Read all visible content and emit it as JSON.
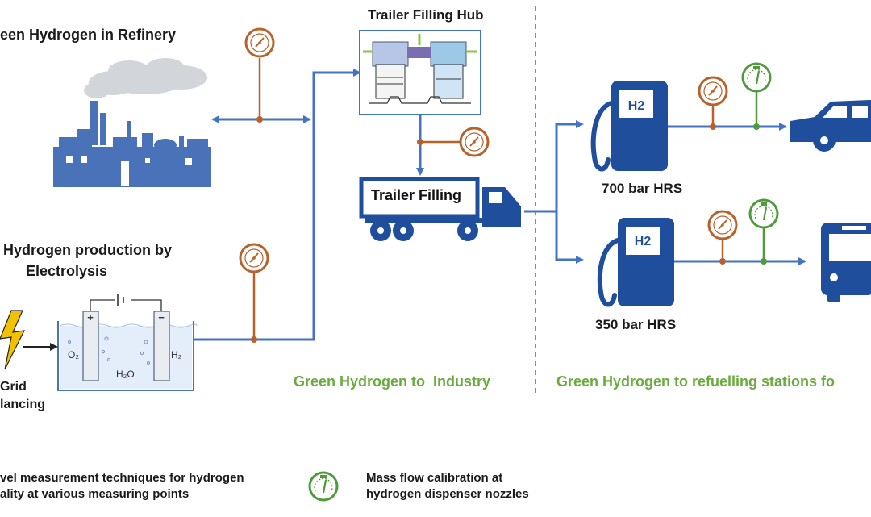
{
  "refinery": {
    "title": "een Hydrogen in Refinery"
  },
  "electrolysis": {
    "title_line1": "Hydrogen production by",
    "title_line2": "Electrolysis",
    "o2": "O₂",
    "h2": "H₂",
    "h2o": "H₂O",
    "plus": "+",
    "minus": "−"
  },
  "grid": {
    "line1": "Grid",
    "line2": "lancing"
  },
  "hub": {
    "title": "Trailer Filling Hub"
  },
  "trailer": {
    "label": "Trailer Filling"
  },
  "stations": {
    "hrs700": {
      "label": "700 bar HRS",
      "pump_text": "H2"
    },
    "hrs350": {
      "label": "350 bar HRS",
      "pump_text": "H2"
    }
  },
  "sections": {
    "industry": "Green Hydrogen to  Industry",
    "refuel": "Green Hydrogen to refuelling stations fo"
  },
  "legend": {
    "quality_line1": "vel measurement techniques for hydrogen",
    "quality_line2": "ality at various measuring points",
    "mass_line1": "Mass flow calibration at",
    "mass_line2": "hydrogen dispenser nozzles"
  },
  "colors": {
    "pipe": "#4472c4",
    "factory": "#4a72b9",
    "gauge_orange": "#b8622b",
    "gauge_green": "#4f9a3a",
    "divider": "#6aab3f",
    "vehicle": "#1f4e9c",
    "pump": "#1f4e9c"
  },
  "icons": [
    "gauge-icon",
    "flow-meter-icon",
    "factory-icon",
    "cloud-icon",
    "lightning-icon",
    "truck-icon",
    "car-icon",
    "bus-icon",
    "fuel-pump-icon"
  ]
}
